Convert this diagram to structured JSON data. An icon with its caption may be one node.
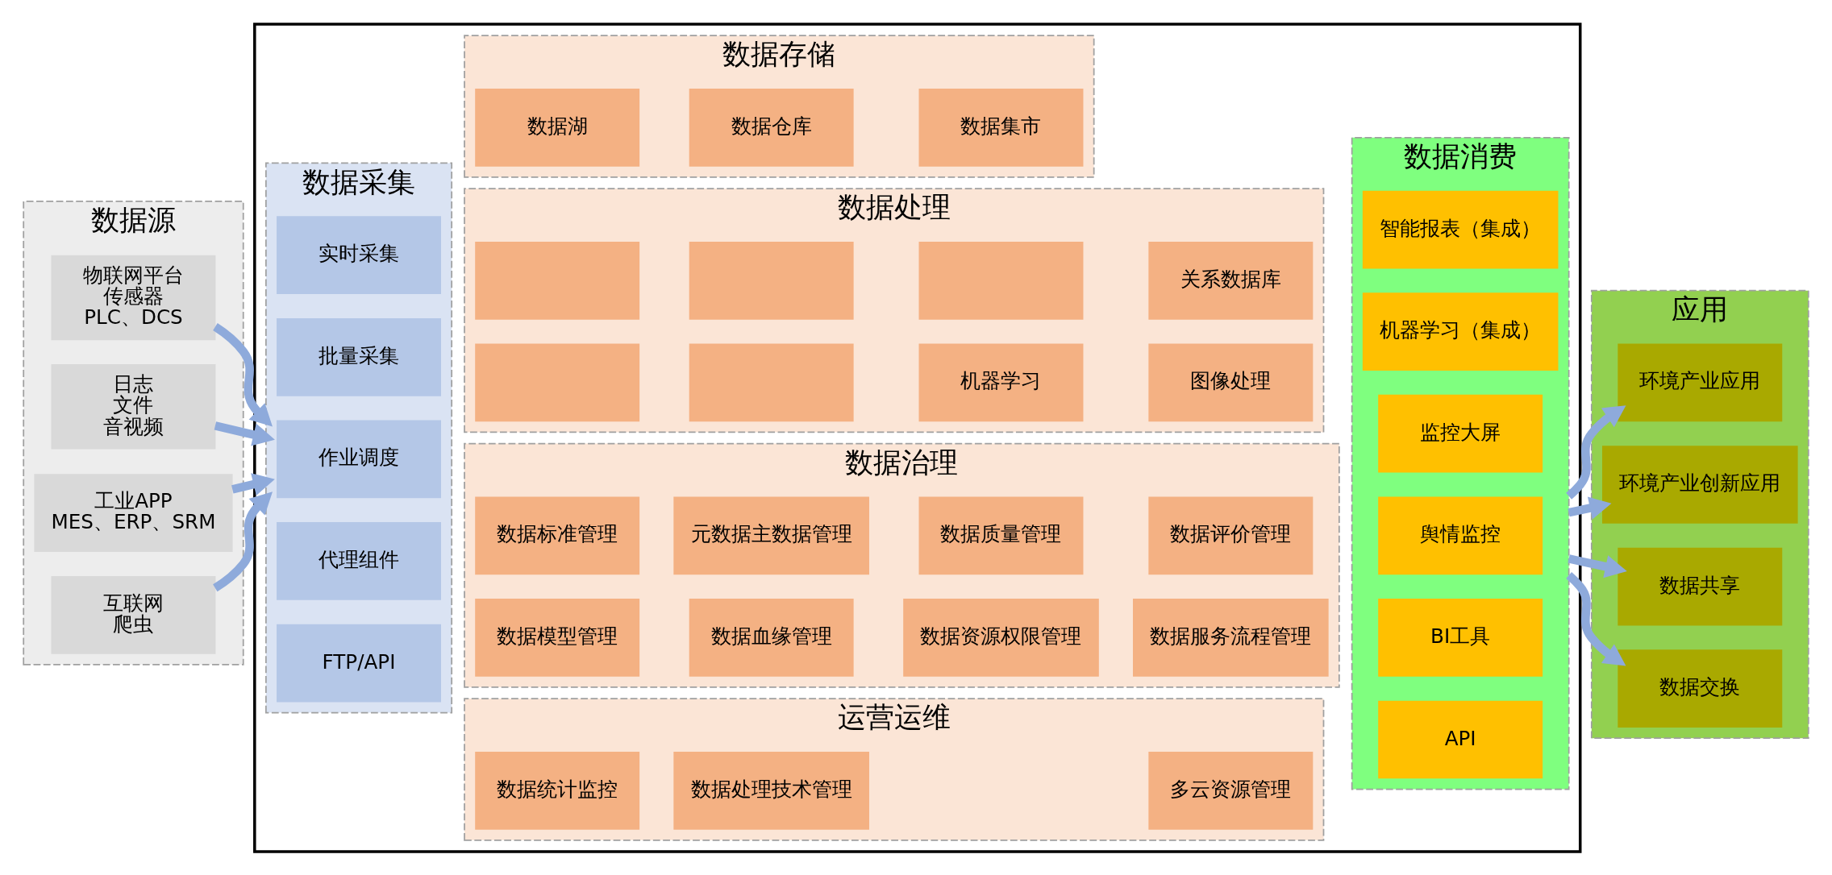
{
  "diagram": {
    "nodes": [
      {
        "text": [
          "数据源"
        ]
      },
      {
        "text": [
          "物联网平台",
          "传感器",
          "PLC、DCS"
        ],
        "in": 0
      },
      {
        "text": [
          "日志",
          "文件",
          "音视频"
        ],
        "in": 0
      },
      {
        "text": [
          "工业APP",
          "MES、ERP、SRM"
        ],
        "in": 0
      },
      {
        "text": [
          "互联网",
          "爬虫"
        ],
        "in": 0
      },
      {
        "text": [],
        "shape": "box"
      },
      {
        "text": [
          "数据采集"
        ],
        "in": 5
      },
      {
        "text": [
          "实时采集"
        ],
        "in": 6
      },
      {
        "text": [
          "批量采集"
        ],
        "in": 6
      },
      {
        "text": [
          "作业调度"
        ],
        "in": 6
      },
      {
        "text": [
          "代理组件"
        ],
        "in": 6
      },
      {
        "text": [
          "FTP/API"
        ],
        "in": 6
      },
      {
        "text": [
          "运营运维"
        ],
        "in": 5
      },
      {
        "text": [
          "数据统计监控"
        ],
        "in": 12
      },
      {
        "text": [
          "数据处理技术管理"
        ],
        "in": 12
      },
      {
        "text": [
          "多云资源管理"
        ],
        "in": 12
      },
      {
        "text": [
          "数据治理"
        ],
        "in": 5
      },
      {
        "text": [
          "数据标准管理"
        ],
        "in": 16
      },
      {
        "text": [
          "元数据主数据管理"
        ],
        "in": 16
      },
      {
        "text": [
          "数据质量管理"
        ],
        "in": 16
      },
      {
        "text": [
          "数据评价管理"
        ],
        "in": 16
      },
      {
        "text": [
          "数据模型管理"
        ],
        "in": 16
      },
      {
        "text": [
          "数据血缘管理"
        ],
        "in": 16
      },
      {
        "text": [
          "数据资源权限管理"
        ],
        "in": 16
      },
      {
        "text": [
          "数据服务流程管理"
        ],
        "in": 16
      },
      {
        "text": [
          "数据处理"
        ],
        "in": 5
      },
      {
        "text": [],
        "shape": "box",
        "in": 25
      },
      {
        "text": [],
        "shape": "box",
        "in": 25
      },
      {
        "text": [],
        "shape": "box",
        "in": 25
      },
      {
        "text": [
          "关系数据库"
        ],
        "in": 25
      },
      {
        "text": [],
        "shape": "box",
        "in": 25
      },
      {
        "text": [],
        "shape": "box",
        "in": 25
      },
      {
        "text": [
          "机器学习"
        ],
        "in": 25
      },
      {
        "text": [
          "图像处理"
        ],
        "in": 25
      },
      {
        "text": [
          "数据存储"
        ],
        "in": 5
      },
      {
        "text": [
          "数据湖"
        ],
        "in": 34
      },
      {
        "text": [
          "数据仓库"
        ],
        "in": 34
      },
      {
        "text": [
          "数据集市"
        ],
        "in": 34
      },
      {
        "text": [
          "数据消费"
        ],
        "in": 5
      },
      {
        "text": [
          "智能报表（集成）"
        ],
        "in": 38
      },
      {
        "text": [
          "机器学习（集成）"
        ],
        "in": 38
      },
      {
        "text": [
          "监控大屏"
        ],
        "in": 38
      },
      {
        "text": [
          "舆情监控"
        ],
        "in": 38
      },
      {
        "text": [
          "BI工具"
        ],
        "in": 38
      },
      {
        "text": [
          "API"
        ],
        "in": 38
      },
      {
        "text": [
          "应用"
        ]
      },
      {
        "text": [
          "环境产业应用"
        ],
        "in": 45
      },
      {
        "text": [
          "环境产业创新应用"
        ],
        "in": 45
      },
      {
        "text": [
          "数据共享"
        ],
        "in": 45
      },
      {
        "text": [
          "数据交换"
        ],
        "in": 45
      }
    ],
    "edges": [
      {
        "from": 1,
        "to": 6,
        "arrow": "to"
      },
      {
        "from": 2,
        "to": 6,
        "arrow": "to"
      },
      {
        "from": 3,
        "to": 6,
        "arrow": "to"
      },
      {
        "from": 4,
        "to": 6,
        "arrow": "to"
      },
      {
        "from": 38,
        "to": 46,
        "arrow": "to"
      },
      {
        "from": 38,
        "to": 47,
        "arrow": "to"
      },
      {
        "from": 38,
        "to": 48,
        "arrow": "to"
      },
      {
        "from": 38,
        "to": 49,
        "arrow": "to"
      }
    ]
  }
}
